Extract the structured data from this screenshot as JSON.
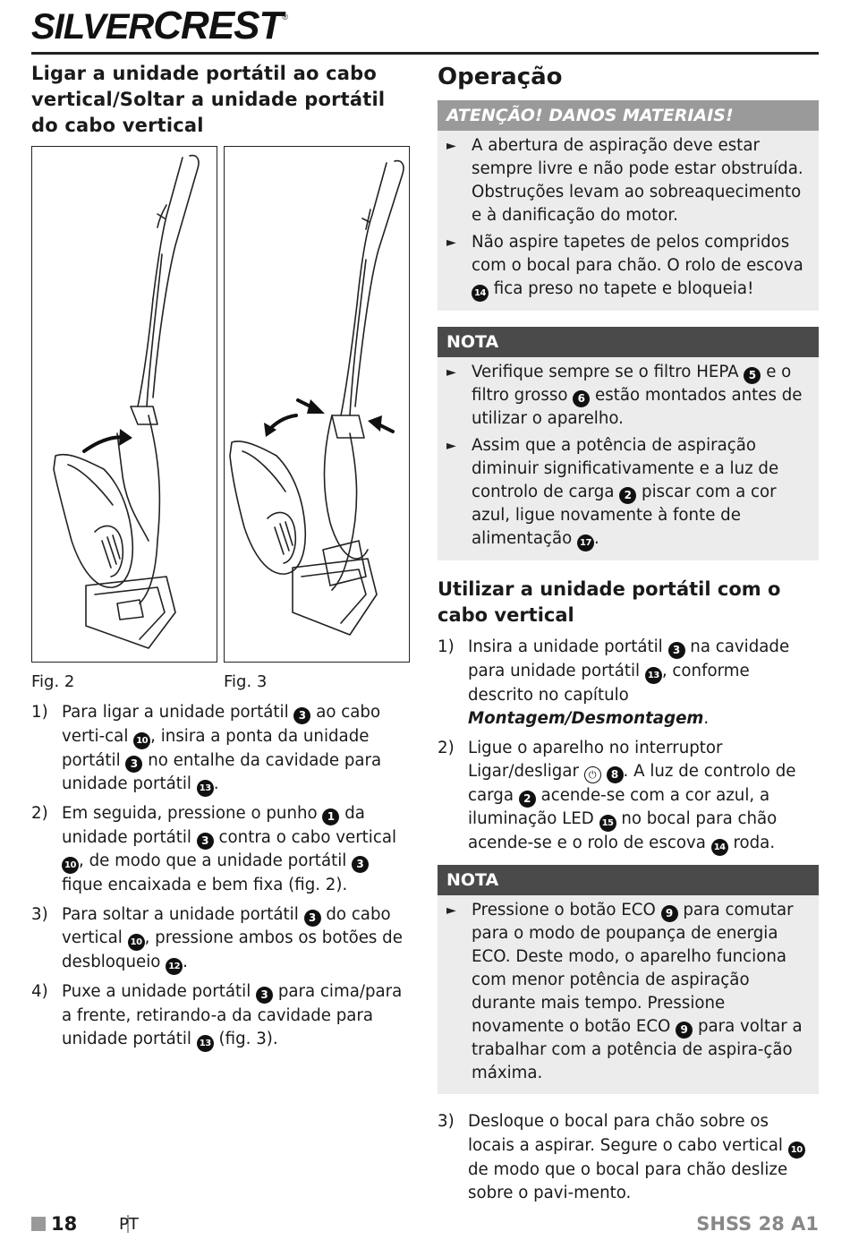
{
  "header": {
    "brand_small": "SILVER",
    "brand_large": "CREST",
    "brand_mark": "®"
  },
  "left": {
    "title": "Ligar a unidade portátil ao cabo vertical/Soltar a unidade portátil do cabo vertical",
    "fig2_caption": "Fig. 2",
    "fig3_caption": "Fig. 3",
    "steps": [
      {
        "num": "1)",
        "parts": [
          "Para ligar a unidade portátil ",
          {
            "c": "3"
          },
          " ao cabo verti-cal ",
          {
            "c": "10"
          },
          ", insira a ponta da unidade portátil ",
          {
            "c": "3"
          },
          " no entalhe da cavidade para unidade portátil ",
          {
            "c": "13"
          },
          "."
        ]
      },
      {
        "num": "2)",
        "parts": [
          "Em seguida, pressione o punho ",
          {
            "c": "1"
          },
          " da unidade portátil ",
          {
            "c": "3"
          },
          " contra o cabo vertical ",
          {
            "c": "10"
          },
          ", de modo que a unidade portátil ",
          {
            "c": "3"
          },
          " fique encaixada e bem fixa (fig. 2)."
        ]
      },
      {
        "num": "3)",
        "parts": [
          "Para soltar a unidade portátil ",
          {
            "c": "3"
          },
          " do cabo vertical ",
          {
            "c": "10"
          },
          ", pressione ambos os botões de desbloqueio ",
          {
            "c": "12"
          },
          "."
        ]
      },
      {
        "num": "4)",
        "parts": [
          "Puxe a unidade portátil ",
          {
            "c": "3"
          },
          " para cima/para a frente, retirando-a da cavidade para unidade portátil ",
          {
            "c": "13"
          },
          " (fig. 3)."
        ]
      }
    ]
  },
  "right": {
    "title": "Operação",
    "warning": {
      "heading": "ATENÇÃO! DANOS MATERIAIS!",
      "items": [
        [
          "A abertura de aspiração deve estar sempre livre e não pode estar obstruída. Obstruções levam ao sobreaquecimento e à danificação do motor."
        ],
        [
          "Não aspire tapetes de pelos compridos com o bocal para chão. O rolo de escova ",
          {
            "c": "14"
          },
          " fica preso no tapete e bloqueia!"
        ]
      ]
    },
    "note1": {
      "heading": "NOTA",
      "items": [
        [
          "Verifique sempre se o filtro HEPA ",
          {
            "c": "5"
          },
          " e o filtro grosso ",
          {
            "c": "6"
          },
          " estão montados antes de utilizar o aparelho."
        ],
        [
          "Assim que a potência de aspiração diminuir significativamente e a luz de controlo de carga ",
          {
            "c": "2"
          },
          " piscar com a cor azul, ligue novamente à fonte de alimentação ",
          {
            "c": "17"
          },
          "."
        ]
      ]
    },
    "subtitle": "Utilizar a unidade portátil com o cabo vertical",
    "steps_a": [
      {
        "num": "1)",
        "parts": [
          "Insira a unidade portátil ",
          {
            "c": "3"
          },
          " na cavidade para unidade portátil ",
          {
            "c": "13"
          },
          ", conforme descrito no capítulo ",
          {
            "b": "Montagem/Desmontagem"
          },
          "."
        ]
      },
      {
        "num": "2)",
        "parts": [
          "Ligue o aparelho no interruptor Ligar/desligar ",
          {
            "p": "⏻"
          },
          " ",
          {
            "c": "8"
          },
          ". A luz de controlo de carga ",
          {
            "c": "2"
          },
          " acende-se com a cor azul, a iluminação LED ",
          {
            "c": "15"
          },
          " no bocal para chão acende-se e o rolo de escova ",
          {
            "c": "14"
          },
          " roda."
        ]
      }
    ],
    "note2": {
      "heading": "NOTA",
      "items": [
        [
          "Pressione o botão ECO ",
          {
            "c": "9"
          },
          " para comutar para o modo de poupança de energia ECO. Deste modo, o aparelho funciona com menor potência de aspiração durante mais tempo. Pressione novamente o botão ECO ",
          {
            "c": "9"
          },
          " para voltar a trabalhar com a potência de aspira-ção máxima."
        ]
      ]
    },
    "steps_b": [
      {
        "num": "3)",
        "parts": [
          "Desloque o bocal para chão sobre os locais a aspirar. Segure o cabo vertical ",
          {
            "c": "10"
          },
          " de modo que o bocal para chão deslize sobre o pavi-mento."
        ]
      }
    ]
  },
  "footer": {
    "page": "18",
    "lang": "PT",
    "model": "SHSS 28 A1"
  }
}
